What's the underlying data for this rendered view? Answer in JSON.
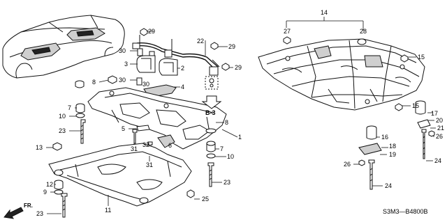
{
  "diagram_code": "S3M3—B4800B",
  "reference": "B-3",
  "direction_label": "FR.",
  "callouts": {
    "c1": "1",
    "c2": "2",
    "c3": "3",
    "c4": "4",
    "c5": "5",
    "c6": "6",
    "c7a": "7",
    "c7b": "7",
    "c8a": "8",
    "c8b": "8",
    "c9": "9",
    "c10a": "10",
    "c10b": "10",
    "c11": "11",
    "c12": "12",
    "c13": "13",
    "c14": "14",
    "c15a": "15",
    "c15b": "15",
    "c16": "16",
    "c17": "17",
    "c18": "18",
    "c19": "19",
    "c20": "20",
    "c21": "21",
    "c22": "22",
    "c23a": "23",
    "c23b": "23",
    "c23c": "23",
    "c24a": "24",
    "c24b": "24",
    "c25": "25",
    "c26a": "26",
    "c26b": "26",
    "c27": "27",
    "c28": "28",
    "c29a": "29",
    "c29b": "29",
    "c29c": "29",
    "c30a": "30",
    "c30b": "30",
    "c30c": "30",
    "c31a": "31",
    "c31b": "31",
    "c32": "32"
  }
}
